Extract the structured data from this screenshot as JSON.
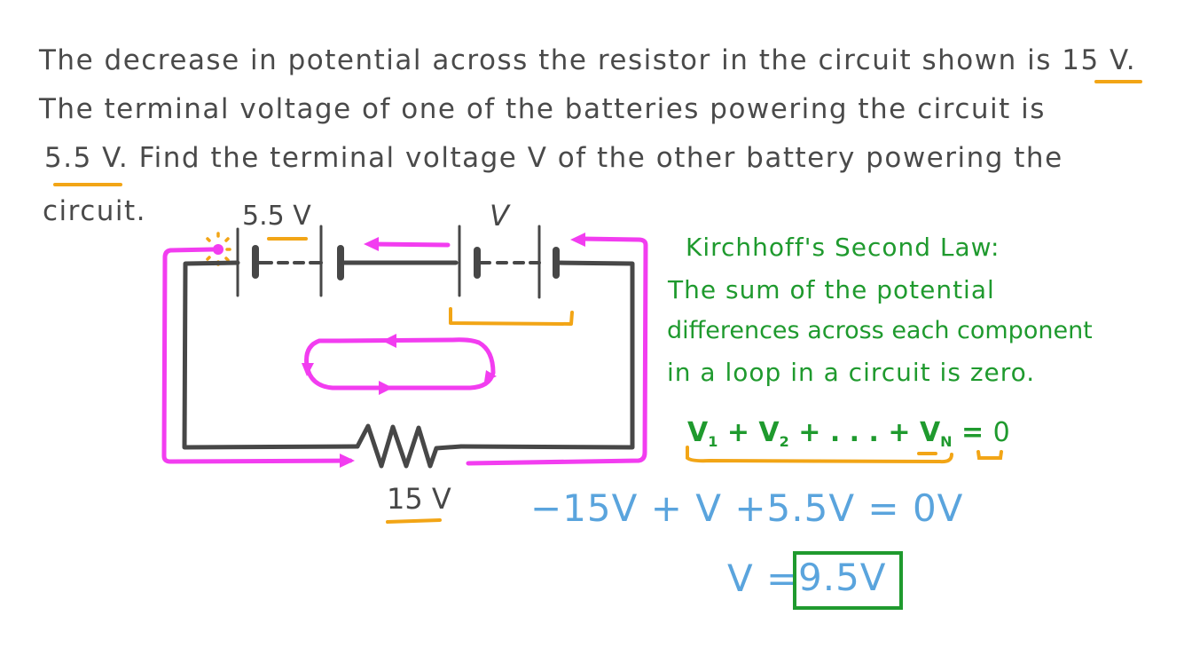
{
  "question": {
    "line1": "The decrease in potential across the resistor in the circuit shown is ",
    "line1_highlight": "15 V",
    "line1_end": ".",
    "line2": "The terminal voltage of one of the batteries powering the circuit is",
    "line3_highlight": "5.5 V",
    "line3": ". Find the terminal voltage V of the other battery powering the",
    "line4": "circuit."
  },
  "circuit": {
    "battery1_label": "5.5 V",
    "battery2_label": "V",
    "resistor_label": "15 V"
  },
  "law": {
    "title": "Kirchhoff's Second Law:",
    "line1": "The sum of the potential",
    "line2": "differences across each component",
    "line3": "in a loop in a circuit is zero.",
    "formula": {
      "v1": "V",
      "s1": "1",
      "plus1": "+",
      "v2": "V",
      "s2": "2",
      "plus2": "+",
      "dots": ". . .",
      "plus3": "+",
      "vn": "V",
      "sn": "N",
      "eq": "=",
      "zero": "0"
    }
  },
  "solution": {
    "equation": "−15V + V +5.5V = 0V",
    "answer_lhs": "V =",
    "answer_value": "9.5V"
  },
  "colors": {
    "ink": "#474747",
    "magenta": "#f23df0",
    "orange": "#f2a516",
    "green": "#1f9a2e",
    "blue": "#5aa4dd"
  }
}
